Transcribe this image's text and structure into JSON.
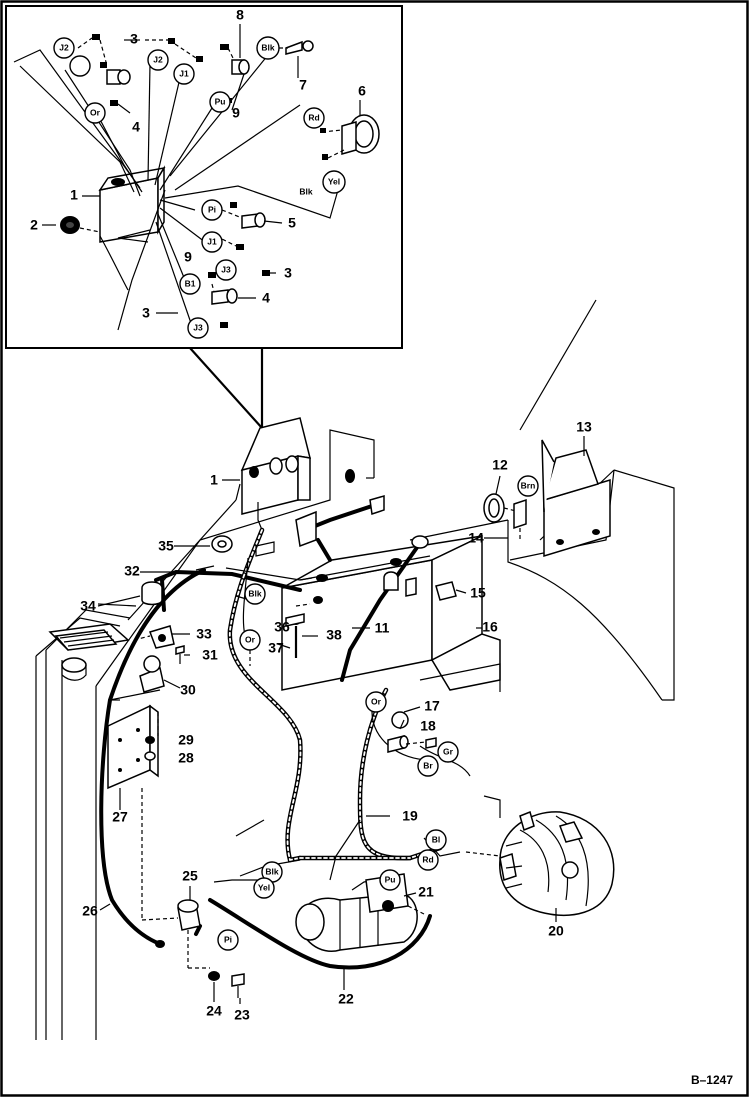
{
  "figure_id": "B–1247",
  "part_numbers": [
    "1",
    "2",
    "3",
    "4",
    "5",
    "6",
    "7",
    "8",
    "9",
    "11",
    "12",
    "13",
    "14",
    "15",
    "16",
    "17",
    "18",
    "19",
    "20",
    "21",
    "22",
    "23",
    "24",
    "25",
    "26",
    "27",
    "28",
    "29",
    "30",
    "31",
    "32",
    "33",
    "34",
    "35",
    "36",
    "37",
    "38"
  ],
  "wire_tags": {
    "J2": "J2",
    "J1": "J1",
    "J3": "J3",
    "B1": "B1",
    "Blk": "Blk",
    "Pu": "Pu",
    "Or": "Or",
    "Rd": "Rd",
    "Yel": "Yel",
    "Pi": "Pi",
    "Brn": "Brn",
    "Gr": "Gr",
    "Br": "Br",
    "Bl": "Bl"
  },
  "blk_label_plain": "Blk"
}
